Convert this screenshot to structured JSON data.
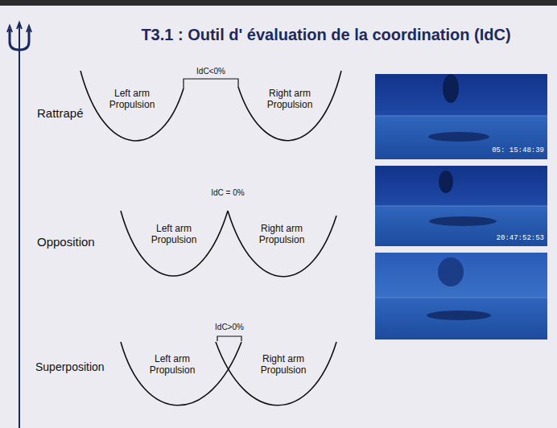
{
  "diagram": {
    "title": "T3.1 : Outil d' évaluation de la coordination (IdC)",
    "labels": [
      "Rattrapé",
      "Left arm Propulsion",
      "IdC<0%",
      "Right arm Propulsion",
      "Opposition",
      "Left arm Propulsion",
      "IdC = 0%",
      "Right arm Propulsion",
      "Superposition",
      "Left arm Propulsion",
      "IdC>0%",
      "Right arm Propulsion",
      "05: 15:48:39",
      "20:47:52:53"
    ]
  }
}
